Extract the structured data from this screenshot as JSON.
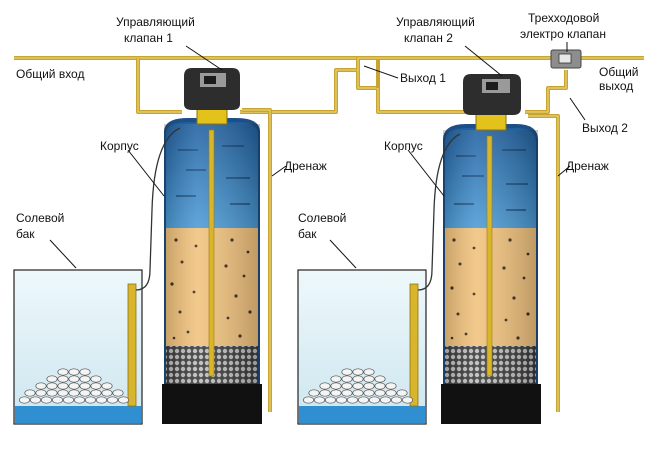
{
  "labels": {
    "control_valve_1": [
      "Управляющий",
      "клапан  1"
    ],
    "control_valve_2": [
      "Управляющий",
      "клапан  2"
    ],
    "three_way_valve": [
      "Трехходовой",
      "электро клапан"
    ],
    "common_inlet": "Общий вход",
    "common_outlet": [
      "Общий",
      "выход"
    ],
    "outlet_1": "Выход 1",
    "outlet_2": "Выход 2",
    "housing_1": "Корпус",
    "housing_2": "Корпус",
    "drain_1": "Дренаж",
    "drain_2": "Дренаж",
    "brine_tank_1": [
      "Солевой",
      "бак"
    ],
    "brine_tank_2": [
      "Солевой",
      "бак"
    ]
  },
  "colors": {
    "pipe": "#c9a530",
    "valve_body": "#2d2d2d",
    "valve_collar": "#e3c21c",
    "water_top": "#2a6aa8",
    "sand": "#f1c27c",
    "gravel": "#6e6e6e",
    "base": "#111111",
    "brine_water": "#dff0f6",
    "brine_bottom": "#2f8fd0"
  }
}
